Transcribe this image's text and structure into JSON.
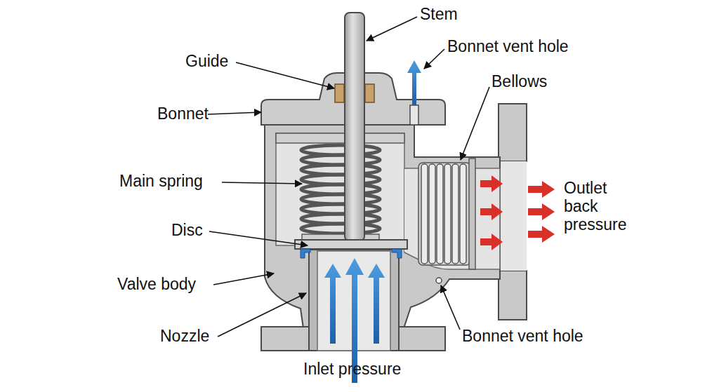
{
  "diagram": {
    "labels": [
      "Stem",
      "Guide",
      "Bonnet vent hole",
      "Bellows",
      "Bonnet",
      "Main spring",
      "Disc",
      "Outlet back pressure",
      "Valve body",
      "Nozzle",
      "Bonnet vent hole",
      "Inlet pressure"
    ]
  }
}
